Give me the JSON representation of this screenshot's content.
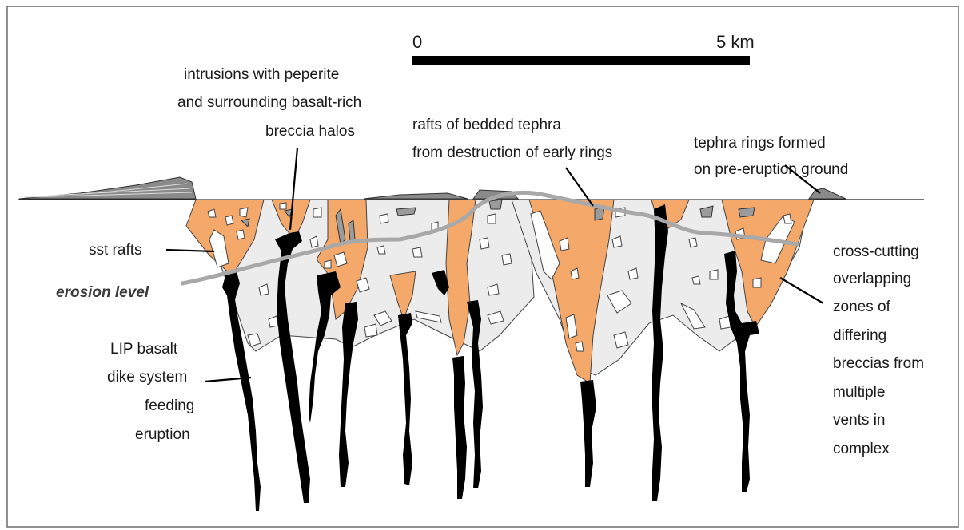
{
  "scale_bar": {
    "start_label": "0",
    "end_label": "5 km"
  },
  "labels": {
    "intrusions": [
      "intrusions with peperite",
      "and surrounding basalt-rich",
      "breccia halos"
    ],
    "rafts_tephra": [
      "rafts of bedded tephra",
      "from destruction of early rings"
    ],
    "tephra_rings": [
      "tephra rings formed",
      "on pre-eruption ground"
    ],
    "sst_rafts": "sst rafts",
    "erosion_level": "erosion level",
    "lip_basalt": [
      "LIP basalt",
      "dike system",
      "feeding",
      "eruption"
    ],
    "cross_cutting": [
      "cross-cutting",
      "overlapping",
      "zones of",
      "differing",
      "breccias from",
      "multiple",
      "vents in",
      "complex"
    ]
  },
  "colors": {
    "orange_breccia": "#f4a86a",
    "grey_breccia": "#ececec",
    "dike": "#000000",
    "erosion_line": "#a8a8a8",
    "dark_clast": "#9b9b9b"
  }
}
